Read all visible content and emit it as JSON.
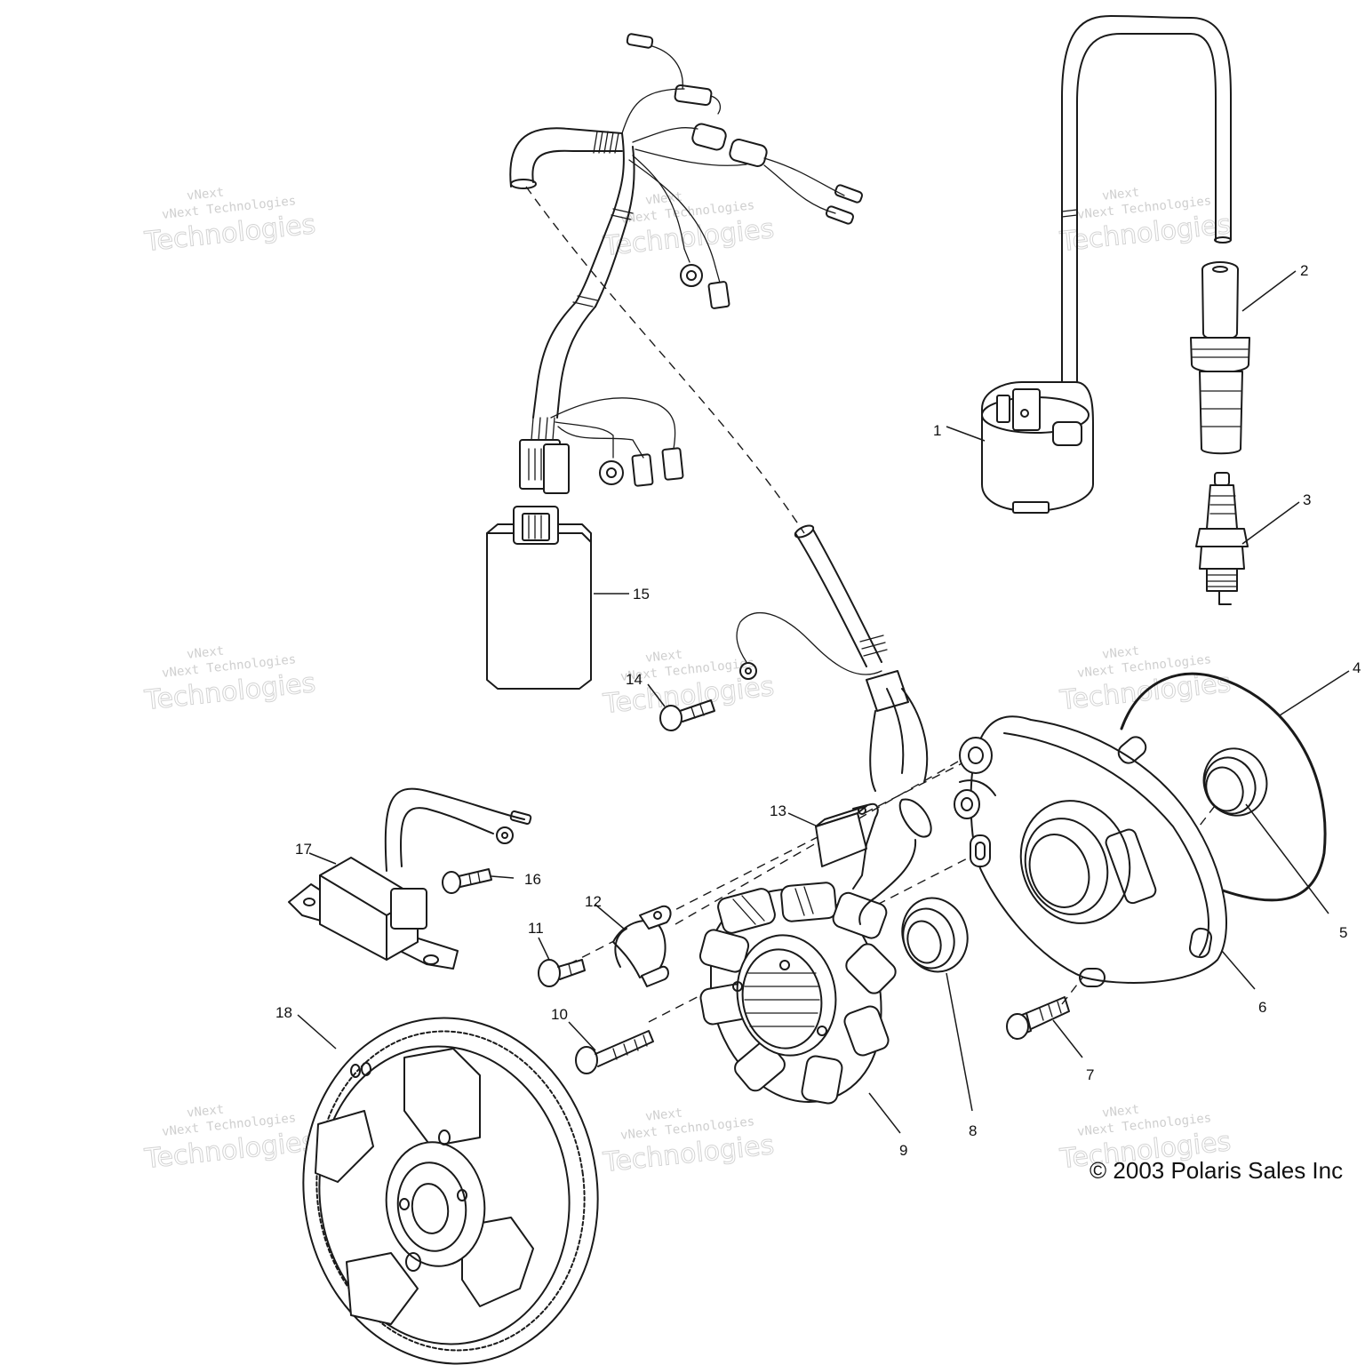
{
  "callouts": {
    "c1": "1",
    "c2": "2",
    "c3": "3",
    "c4": "4",
    "c5": "5",
    "c6": "6",
    "c7": "7",
    "c8": "8",
    "c9": "9",
    "c10": "10",
    "c11": "11",
    "c12": "12",
    "c13": "13",
    "c14": "14",
    "c15": "15",
    "c16": "16",
    "c17": "17",
    "c18": "18"
  },
  "watermark": {
    "line1": "vNext Technologies",
    "line2": "Technologies",
    "line3": "vNext"
  },
  "copyright": {
    "symbol": "©",
    "text": " 2003 Polaris Sales Inc"
  },
  "colors": {
    "ink": "#1a1a1a",
    "watermark": "#cfcfcf",
    "background": "#ffffff"
  }
}
